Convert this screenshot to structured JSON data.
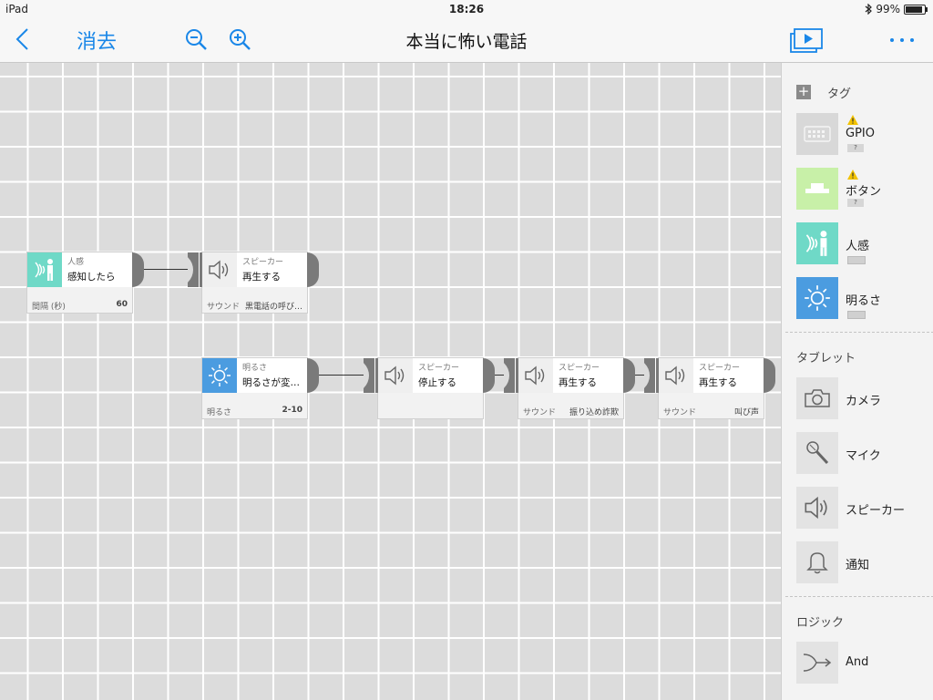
{
  "status_bar": {
    "device": "iPad",
    "time": "18:26",
    "battery": "99%",
    "battery_level": 0.99
  },
  "nav": {
    "back_icon": "chevron-left-icon",
    "delete_label": "消去",
    "zoom_out_icon": "zoom-out-icon",
    "zoom_in_icon": "zoom-in-icon",
    "title": "本当に怖い電話",
    "play_icon": "slideshow-play-icon",
    "more_icon": "ellipsis-icon",
    "accent": "#1a87e8"
  },
  "canvas": {
    "nodes": [
      {
        "type": "人感",
        "action": "感知したら",
        "param_label": "間隔 (秒)",
        "param_value": "60",
        "icon": "motion-sensor-icon",
        "color": "#6fd9c7"
      },
      {
        "type": "スピーカー",
        "action": "再生する",
        "param_label": "サウンド",
        "param_value": "黒電話の呼び…",
        "icon": "speaker-icon"
      },
      {
        "type": "明るさ",
        "action": "明るさが変…",
        "param_label": "明るさ",
        "param_value": "2-10",
        "icon": "brightness-icon",
        "color": "#4b9ce0"
      },
      {
        "type": "スピーカー",
        "action": "停止する",
        "param_label": "",
        "param_value": "",
        "icon": "speaker-icon"
      },
      {
        "type": "スピーカー",
        "action": "再生する",
        "param_label": "サウンド",
        "param_value": "振り込め詐欺",
        "icon": "speaker-icon"
      },
      {
        "type": "スピーカー",
        "action": "再生する",
        "param_label": "サウンド",
        "param_value": "叫び声",
        "icon": "speaker-icon"
      }
    ]
  },
  "panel": {
    "tags_header": "タグ",
    "tags": [
      {
        "label": "GPIO",
        "badge": "?",
        "warning": true,
        "icon": "gpio-icon",
        "color": "#d8d8d8"
      },
      {
        "label": "ボタン",
        "badge": "?",
        "warning": true,
        "icon": "button-icon",
        "color": "#c8f0a8"
      },
      {
        "label": "人感",
        "warning": false,
        "icon": "motion-sensor-icon",
        "color": "#6fd9c7"
      },
      {
        "label": "明るさ",
        "warning": false,
        "icon": "brightness-icon",
        "color": "#4b9ce0"
      }
    ],
    "tablet_header": "タブレット",
    "tablet": [
      {
        "label": "カメラ",
        "icon": "camera-icon"
      },
      {
        "label": "マイク",
        "icon": "microphone-icon"
      },
      {
        "label": "スピーカー",
        "icon": "speaker-icon"
      },
      {
        "label": "通知",
        "icon": "bell-icon"
      }
    ],
    "logic_header": "ロジック",
    "logic": [
      {
        "label": "And",
        "icon": "and-gate-icon"
      }
    ]
  }
}
